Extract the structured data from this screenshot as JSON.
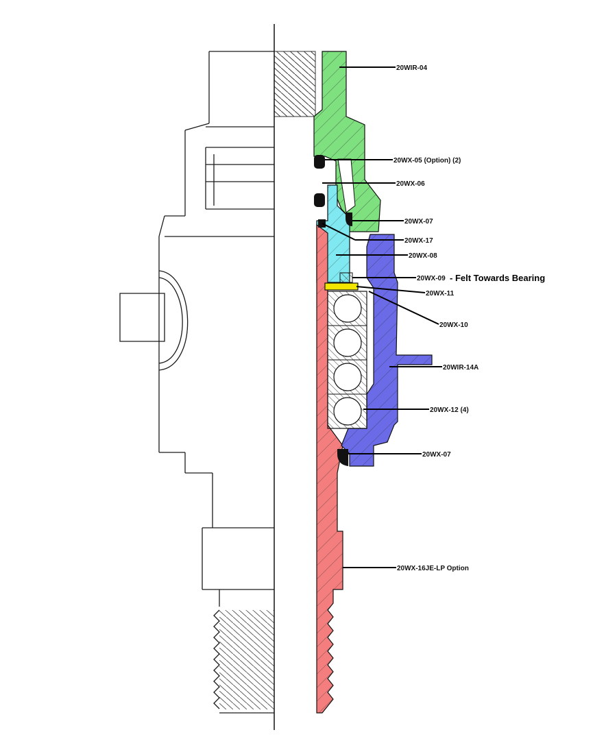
{
  "colors": {
    "green": "#7fe07f",
    "cyan": "#7fe8f0",
    "red": "#f47e7e",
    "blue": "#6b6be8",
    "yellow": "#f2e600",
    "seal": "#111111"
  },
  "callouts": [
    {
      "id": "20WIR-04",
      "text": "20WIR-04"
    },
    {
      "id": "20WX-05",
      "text": "20WX-05 (Option)  (2)"
    },
    {
      "id": "20WX-06",
      "text": "20WX-06"
    },
    {
      "id": "20WX-07-upper",
      "text": "20WX-07"
    },
    {
      "id": "20WX-17",
      "text": "20WX-17"
    },
    {
      "id": "20WX-08",
      "text": "20WX-08"
    },
    {
      "id": "20WX-09",
      "text": "20WX-09"
    },
    {
      "id": "20WX-11",
      "text": "20WX-11"
    },
    {
      "id": "20WX-10",
      "text": "20WX-10"
    },
    {
      "id": "20WIR-14A",
      "text": "20WIR-14A"
    },
    {
      "id": "20WX-12",
      "text": "20WX-12 (4)"
    },
    {
      "id": "20WX-07-lower",
      "text": "20WX-07"
    },
    {
      "id": "20WX-16JE-LP",
      "text": "20WX-16JE-LP  Option"
    }
  ],
  "note": "- Felt Towards Bearing"
}
